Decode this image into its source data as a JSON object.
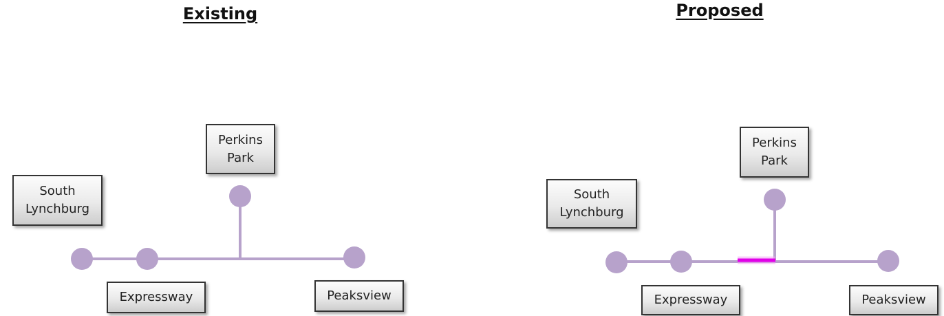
{
  "panels": {
    "existing": {
      "title": "Existing",
      "stations": {
        "south_lynchburg": "South\nLynchburg",
        "perkins_park": "Perkins\nPark",
        "expressway": "Expressway",
        "peaksview": "Peaksview"
      }
    },
    "proposed": {
      "title": "Proposed",
      "stations": {
        "south_lynchburg": "South\nLynchburg",
        "perkins_park": "Perkins\nPark",
        "expressway": "Expressway",
        "peaksview": "Peaksview"
      }
    }
  },
  "colors": {
    "route_line": "#b7a2cb",
    "station_node": "#b7a2cb",
    "highlight_segment": "#e100e8"
  }
}
